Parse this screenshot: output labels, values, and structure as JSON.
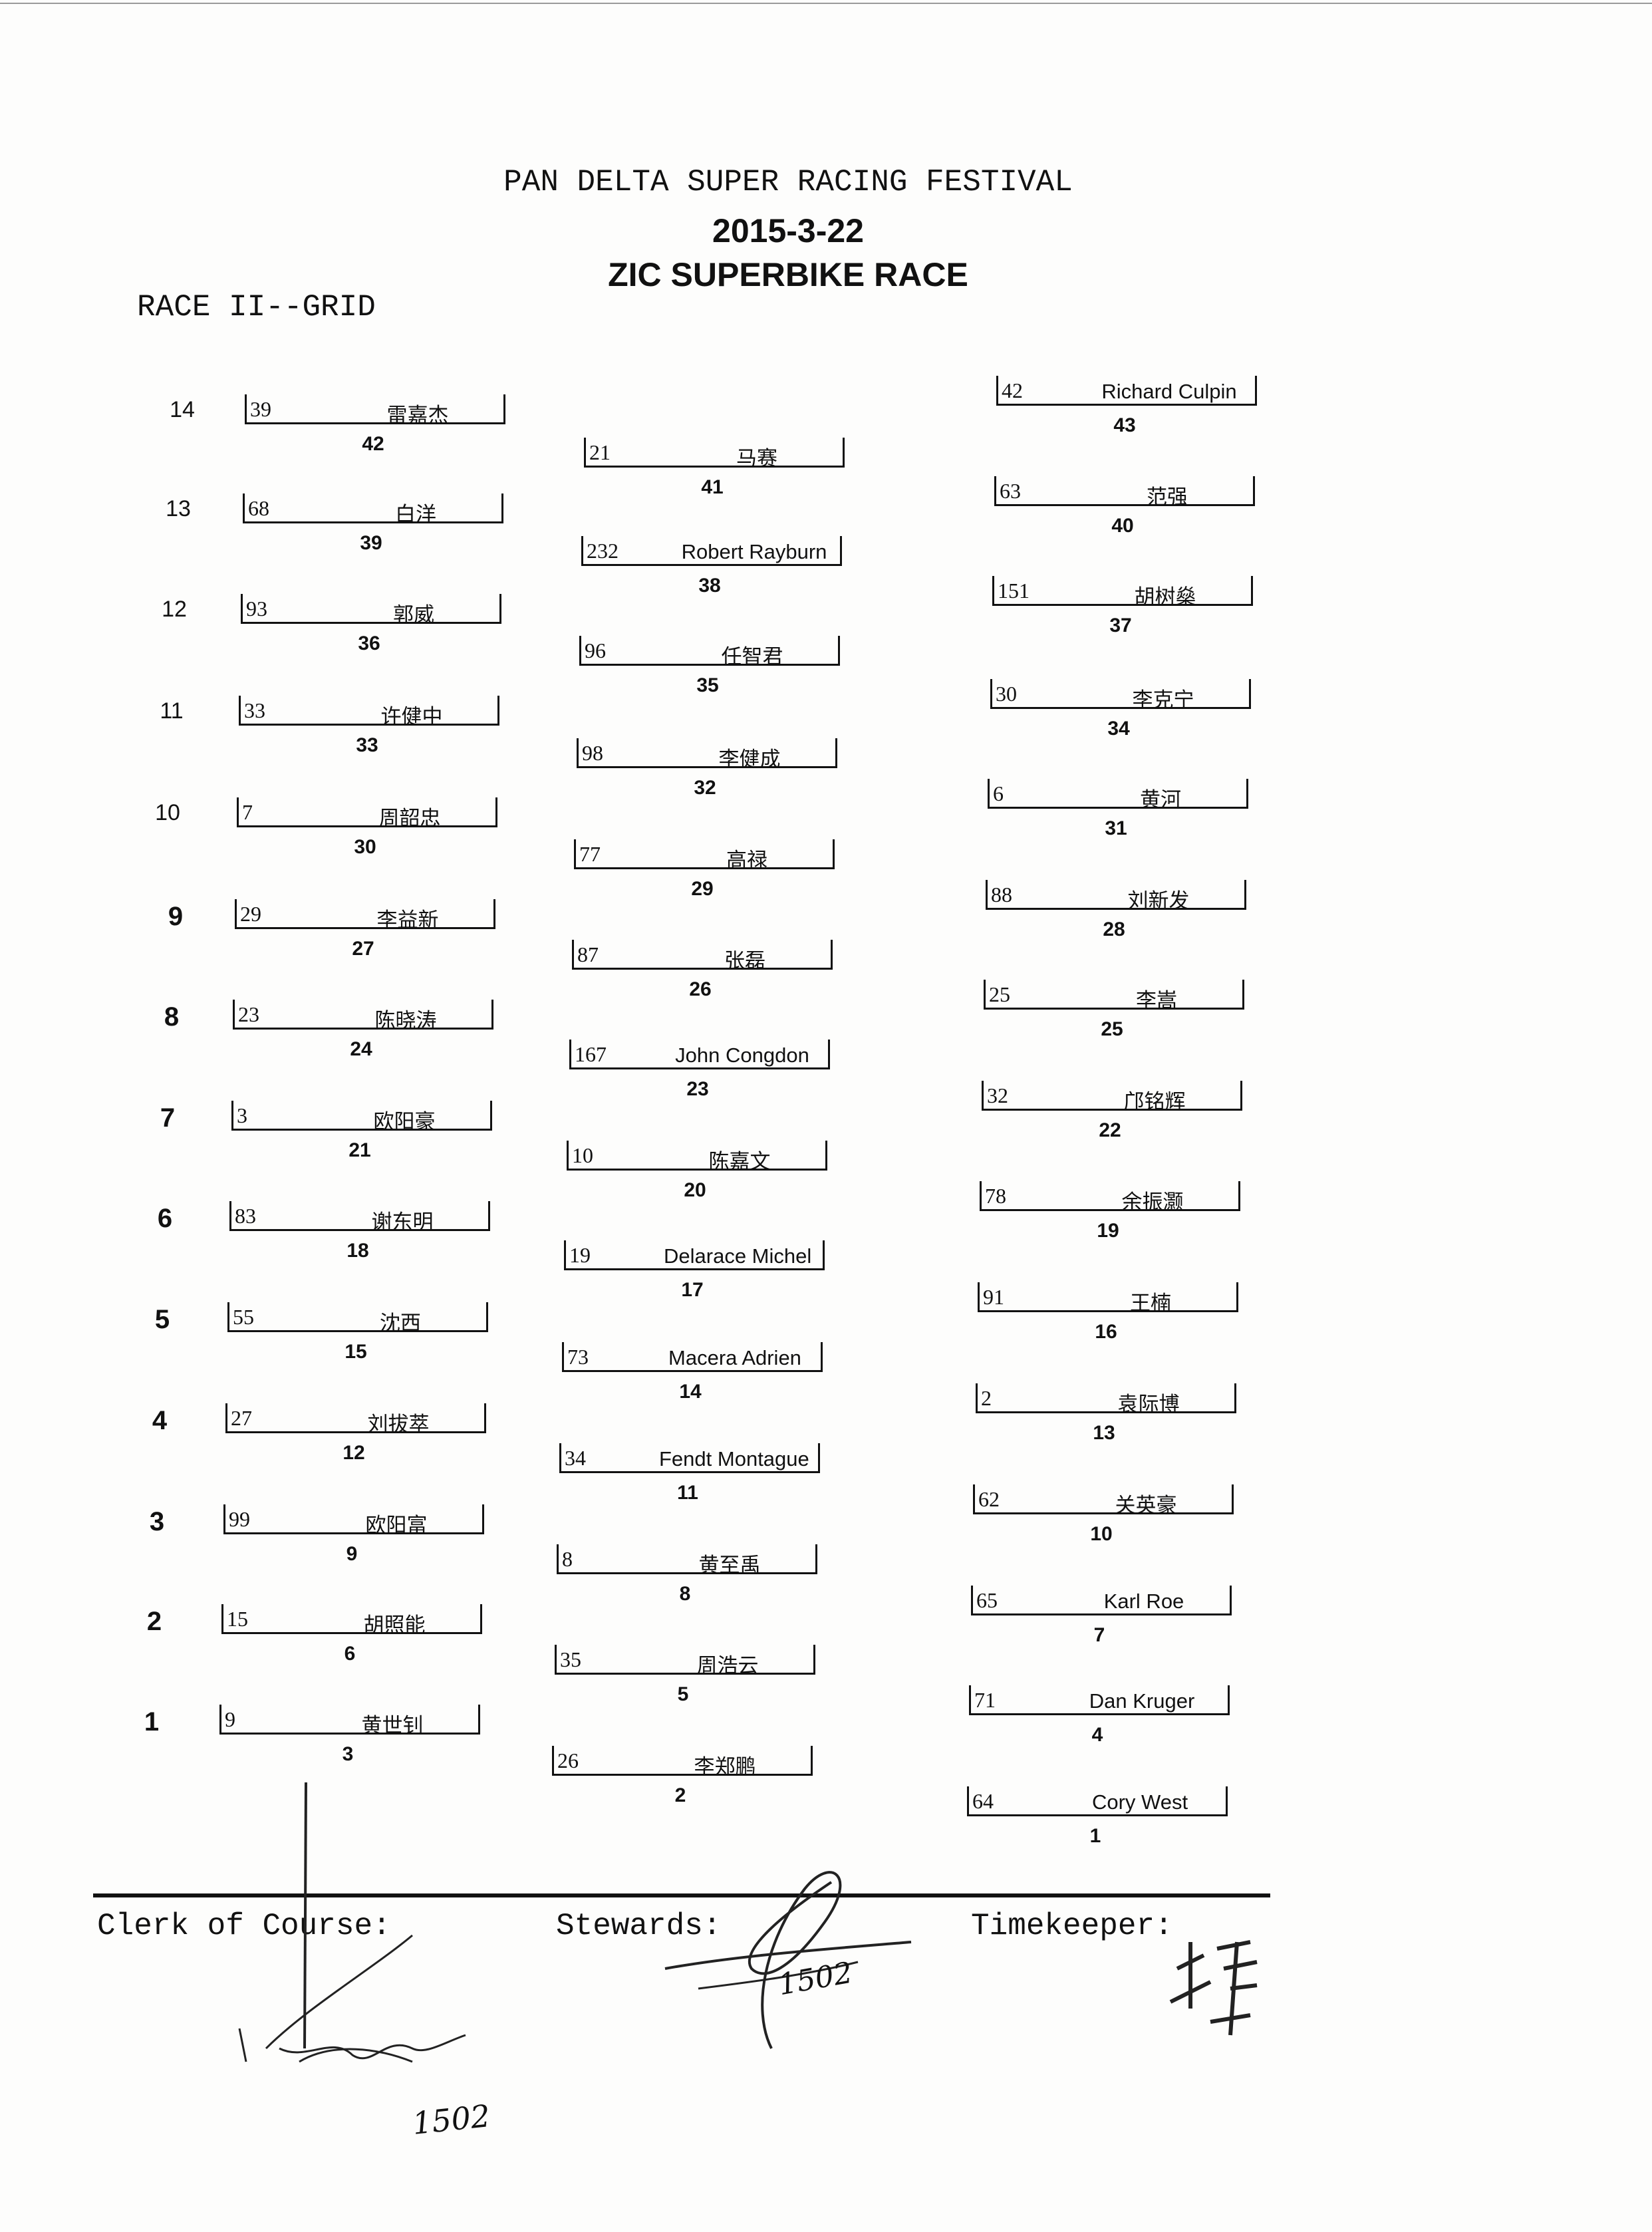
{
  "header": {
    "event": "PAN DELTA SUPER RACING FESTIVAL",
    "date": "2015-3-22",
    "race": "ZIC SUPERBIKE RACE",
    "race_grid": "RACE II--GRID"
  },
  "rows": [
    "14",
    "13",
    "12",
    "11",
    "10",
    "9",
    "8",
    "7",
    "6",
    "5",
    "4",
    "3",
    "2",
    "1"
  ],
  "grid": {
    "left": [
      {
        "bike": "39",
        "rider": "雷嘉杰",
        "pos": "42"
      },
      {
        "bike": "68",
        "rider": "白洋",
        "pos": "39"
      },
      {
        "bike": "93",
        "rider": "郭威",
        "pos": "36"
      },
      {
        "bike": "33",
        "rider": "许健中",
        "pos": "33"
      },
      {
        "bike": "7",
        "rider": "周韶忠",
        "pos": "30"
      },
      {
        "bike": "29",
        "rider": "李益新",
        "pos": "27"
      },
      {
        "bike": "23",
        "rider": "陈晓涛",
        "pos": "24"
      },
      {
        "bike": "3",
        "rider": "欧阳豪",
        "pos": "21"
      },
      {
        "bike": "83",
        "rider": "谢东明",
        "pos": "18"
      },
      {
        "bike": "55",
        "rider": "沈西",
        "pos": "15"
      },
      {
        "bike": "27",
        "rider": "刘拔萃",
        "pos": "12"
      },
      {
        "bike": "99",
        "rider": "欧阳富",
        "pos": "9"
      },
      {
        "bike": "15",
        "rider": "胡照能",
        "pos": "6"
      },
      {
        "bike": "9",
        "rider": "黄世钊",
        "pos": "3"
      }
    ],
    "middle": [
      {
        "bike": "21",
        "rider": "马赛",
        "pos": "41"
      },
      {
        "bike": "232",
        "rider": "Robert Rayburn",
        "pos": "38"
      },
      {
        "bike": "96",
        "rider": "任智君",
        "pos": "35"
      },
      {
        "bike": "98",
        "rider": "李健成",
        "pos": "32"
      },
      {
        "bike": "77",
        "rider": "高禄",
        "pos": "29"
      },
      {
        "bike": "87",
        "rider": "张磊",
        "pos": "26"
      },
      {
        "bike": "167",
        "rider": "John Congdon",
        "pos": "23"
      },
      {
        "bike": "10",
        "rider": "陈嘉文",
        "pos": "20"
      },
      {
        "bike": "19",
        "rider": "Delarace Michel",
        "pos": "17"
      },
      {
        "bike": "73",
        "rider": "Macera Adrien",
        "pos": "14"
      },
      {
        "bike": "34",
        "rider": "Fendt Montague",
        "pos": "11"
      },
      {
        "bike": "8",
        "rider": "黄至禹",
        "pos": "8"
      },
      {
        "bike": "35",
        "rider": "周浩云",
        "pos": "5"
      },
      {
        "bike": "26",
        "rider": "李郑鹏",
        "pos": "2"
      }
    ],
    "right": [
      {
        "bike": "42",
        "rider": "Richard Culpin",
        "pos": "43"
      },
      {
        "bike": "63",
        "rider": "范强",
        "pos": "40"
      },
      {
        "bike": "151",
        "rider": "胡树燊",
        "pos": "37"
      },
      {
        "bike": "30",
        "rider": "李克宁",
        "pos": "34"
      },
      {
        "bike": "6",
        "rider": "黄河",
        "pos": "31"
      },
      {
        "bike": "88",
        "rider": "刘新发",
        "pos": "28"
      },
      {
        "bike": "25",
        "rider": "李嵩",
        "pos": "25"
      },
      {
        "bike": "32",
        "rider": "邝铭辉",
        "pos": "22"
      },
      {
        "bike": "78",
        "rider": "余振灏",
        "pos": "19"
      },
      {
        "bike": "91",
        "rider": "王楠",
        "pos": "16"
      },
      {
        "bike": "2",
        "rider": "袁际博",
        "pos": "13"
      },
      {
        "bike": "62",
        "rider": "关英豪",
        "pos": "10"
      },
      {
        "bike": "65",
        "rider": "Karl Roe",
        "pos": "7"
      },
      {
        "bike": "71",
        "rider": "Dan Kruger",
        "pos": "4"
      },
      {
        "bike": "64",
        "rider": "Cory West",
        "pos": "1"
      }
    ]
  },
  "footer": {
    "clerk_label": "Clerk of Course:",
    "stewards_label": "Stewards:",
    "timekeeper_label": "Timekeeper:",
    "stewards_time": "1502",
    "clerk_time": "1502"
  }
}
